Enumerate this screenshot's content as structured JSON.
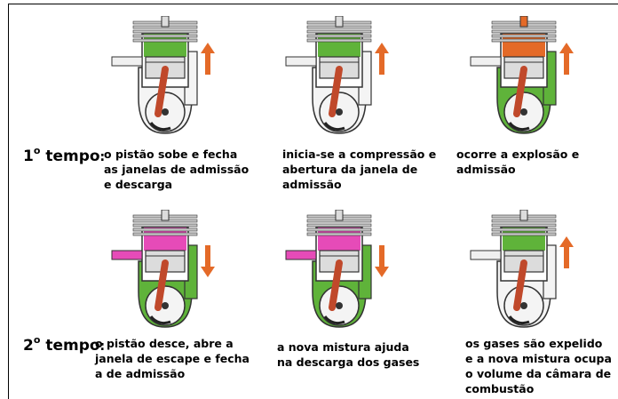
{
  "colors": {
    "green": "#5fb33a",
    "magenta": "#e64bb8",
    "orange": "#e46a28",
    "gray": "#c8c8c8",
    "metal": "#dcdcdc",
    "outline": "#333333",
    "crank": "#c0492b"
  },
  "rows": [
    {
      "ordinal": "1",
      "degree": "o",
      "word": "tempo",
      "colon": ":",
      "captions": [
        "o pistão sobe e fecha\nas janelas de admissão\n e descarga",
        "inicia-se a compressão e\nabertura da janela de\nadmissão",
        "ocorre a explosão e\nadmissão"
      ]
    },
    {
      "ordinal": "2",
      "degree": "o",
      "word": "tempo",
      "colon": ":",
      "captions": [
        "o pistão desce, abre a\njanela de escape e fecha\na de admissão",
        "a nova mistura ajuda\nna descarga dos gases",
        "os gases são expelido\ne a nova mistura ocupa\no volume da câmara de\ncombustão"
      ]
    }
  ],
  "engines": [
    {
      "top": "green",
      "crankcase": "white",
      "arrow": "up",
      "explosion": false
    },
    {
      "top": "green",
      "crankcase": "white",
      "arrow": "up",
      "explosion": false
    },
    {
      "top": "orange",
      "crankcase": "green",
      "arrow": "up",
      "explosion": true
    },
    {
      "top": "magenta",
      "crankcase": "green",
      "arrow": "down",
      "explosion": false
    },
    {
      "top": "magenta",
      "crankcase": "green",
      "arrow": "down",
      "explosion": false
    },
    {
      "top": "green",
      "crankcase": "white",
      "arrow": "up",
      "explosion": false
    }
  ]
}
